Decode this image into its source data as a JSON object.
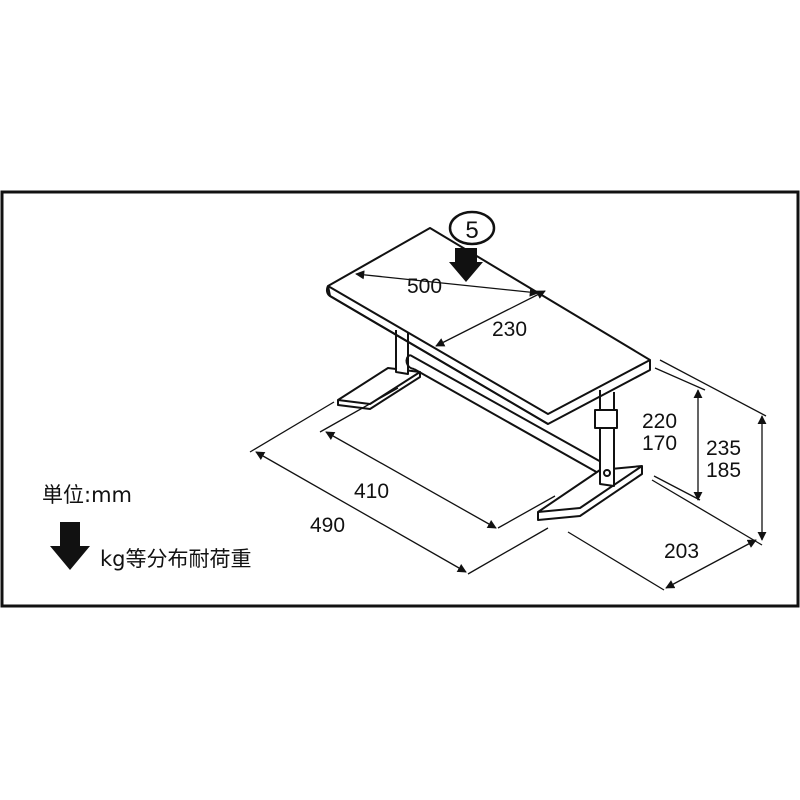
{
  "diagram": {
    "load_badge": "5",
    "dimensions": {
      "top_length": "500",
      "top_depth": "230",
      "inner_width": "410",
      "outer_width": "490",
      "depth": "203",
      "top_height_max": "220",
      "top_height_min": "170",
      "overall_height_max": "235",
      "overall_height_min": "185"
    },
    "legend": {
      "unit": "単位:mm",
      "load_note": "kg等分布耐荷重"
    },
    "colors": {
      "line": "#111111",
      "background": "#ffffff"
    }
  }
}
